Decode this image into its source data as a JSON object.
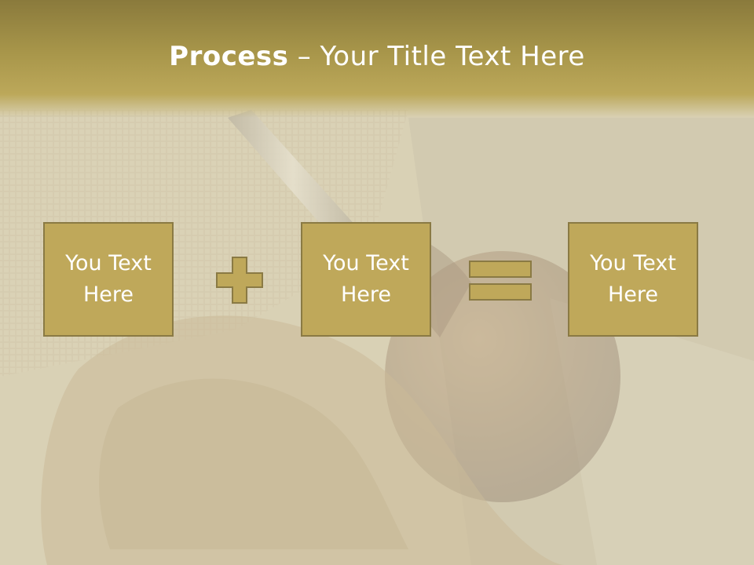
{
  "slide": {
    "title_bold": "Process",
    "title_dash": " – ",
    "title_rest": "Your Title Text Here",
    "boxes": [
      {
        "text": "You Text Here"
      },
      {
        "text": "You Text Here"
      },
      {
        "text": "You Text Here"
      }
    ],
    "operators": [
      "plus-icon",
      "equals-icon"
    ],
    "colors": {
      "accent": "#bfa85a",
      "border": "#8a7a44",
      "header": "#a8964a"
    }
  }
}
